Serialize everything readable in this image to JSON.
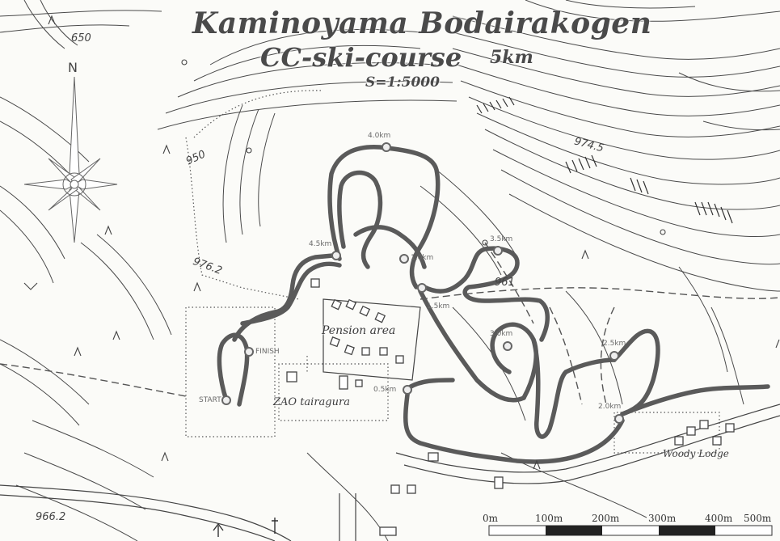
{
  "map": {
    "title_line1": "Kaminoyama Bodairakogen",
    "title_line2": "CC-ski-course",
    "distance": "5km",
    "scale": "S=1:5000",
    "north": "N",
    "areas": {
      "pension": "Pension area",
      "zao": "ZAO tairagura",
      "woody": "Woody Lodge"
    },
    "markers": {
      "start": "START",
      "finish": "FINISH",
      "km_05": "0.5km",
      "km_1": "1.0km",
      "km_15": "1.5km",
      "km_2": "2.0km",
      "km_25": "2.5km",
      "km_3": "3.0km",
      "km_35": "3.5km",
      "km_4": "4.0km",
      "km_45": "4.5km"
    },
    "elevations": {
      "e650": "650",
      "e950": "950",
      "e976": "976.2",
      "e974": "974.5",
      "e966": "966.2",
      "e961": "961"
    },
    "scale_bar": [
      "0m",
      "100m",
      "200m",
      "300m",
      "400m",
      "500m"
    ]
  }
}
